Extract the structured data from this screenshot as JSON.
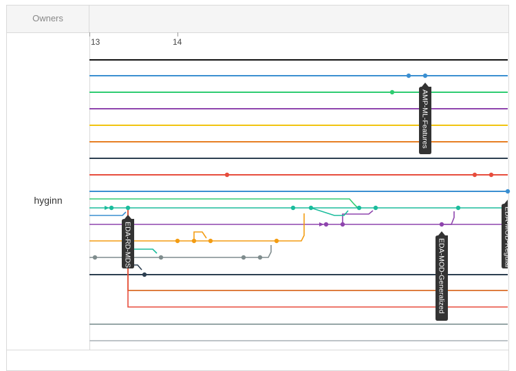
{
  "table": {
    "owners_header": "Owners",
    "owner": "hyginn"
  },
  "timeline": {
    "ticks": [
      "13",
      "14"
    ]
  },
  "tags": {
    "amp": "AMP-ML-Features",
    "eda_rd": "EDA-RD-MDS",
    "eda_mod": "EDA-MOD-Generalized",
    "eda_edge": "EDA-MOD-Regular"
  },
  "colors": {
    "black": "#111111",
    "blue": "#3a8fd1",
    "green": "#2ecc71",
    "purple": "#8e44ad",
    "yellow": "#f1c40f",
    "orange": "#e67e22",
    "navy": "#2c3e50",
    "red": "#e74c3c",
    "teal": "#1abc9c",
    "amber": "#f39c12",
    "gray": "#7f8c8d",
    "dark_orange": "#d35400",
    "light_gray": "#95a5a6",
    "pale_gray": "#bdc3c7",
    "tag_bg": "#333333"
  }
}
